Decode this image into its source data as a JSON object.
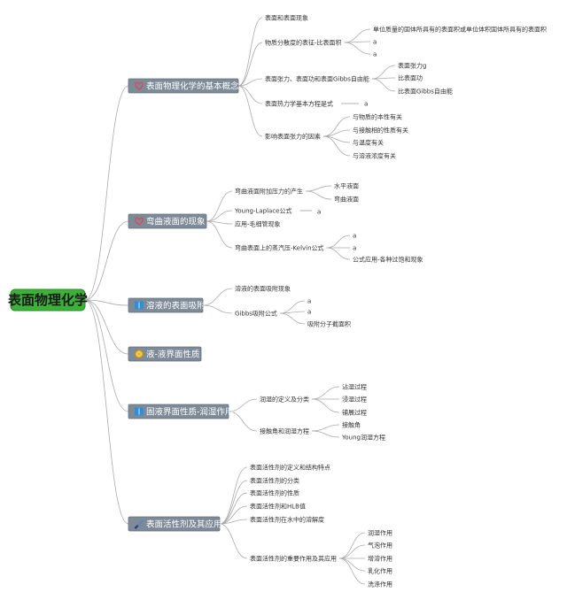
{
  "root": "表面物理化学",
  "colors": {
    "root_fill": "#3cb039",
    "root_stroke": "#2a8f2a",
    "branch_fill": "#7d8a97",
    "branch_stroke": "#66727e",
    "heart": "#e0454f",
    "book": "#2f8fd6",
    "coin": "#e6b422",
    "pen": "#6a7fc0"
  },
  "branches": [
    {
      "label": "表面物理化学的基本概念",
      "icon": "heart-icon",
      "children": [
        {
          "label": "表面和表面现象"
        },
        {
          "label": "物质分散度的表征-比表面积",
          "children": [
            {
              "label": "单位质量的固体所具有的表面积或单位体积固体所具有的表面积"
            },
            {
              "label": "a"
            },
            {
              "label": "a"
            }
          ]
        },
        {
          "label": "表面张力、表面功和表面Gibbs自由能",
          "children": [
            {
              "label": "表面张力g"
            },
            {
              "label": "比表面功"
            },
            {
              "label": "比表面Gibbs自由能"
            }
          ]
        },
        {
          "label": "表面热力学基本方程是式",
          "children": [
            {
              "label": "a"
            }
          ]
        },
        {
          "label": "影响表面张力的因素",
          "children": [
            {
              "label": "与物质的本性有关"
            },
            {
              "label": "与接触相的性质有关"
            },
            {
              "label": "与温度有关"
            },
            {
              "label": "与溶液浓度有关"
            }
          ]
        }
      ]
    },
    {
      "label": "弯曲液面的现象",
      "icon": "heart-icon",
      "children": [
        {
          "label": "弯曲液面附加压力的产生",
          "children": [
            {
              "label": "水平液面"
            },
            {
              "label": "弯曲液面"
            }
          ]
        },
        {
          "label": "Young-Laplace公式",
          "children": [
            {
              "label": "a"
            }
          ]
        },
        {
          "label": "应用-毛细管现象"
        },
        {
          "label": "弯曲表面上的蒸汽压-Kelvin公式",
          "children": [
            {
              "label": "a"
            },
            {
              "label": "a"
            },
            {
              "label": "公式应用-各种过饱和现象"
            }
          ]
        }
      ]
    },
    {
      "label": "溶液的表面吸附",
      "icon": "book-icon",
      "children": [
        {
          "label": "溶液的表面吸附现象"
        },
        {
          "label": "Gibbs吸附公式",
          "children": [
            {
              "label": "a"
            },
            {
              "label": "a"
            },
            {
              "label": "吸附分子截面积"
            }
          ]
        }
      ]
    },
    {
      "label": "液-液界面性质",
      "icon": "coin-icon",
      "children": []
    },
    {
      "label": "固液界面性质-润湿作用",
      "icon": "book-icon",
      "children": [
        {
          "label": "润湿的定义及分类",
          "children": [
            {
              "label": "沾湿过程"
            },
            {
              "label": "浸湿过程"
            },
            {
              "label": "铺展过程"
            }
          ]
        },
        {
          "label": "接触角和润湿方程",
          "children": [
            {
              "label": "接触角"
            },
            {
              "label": "Young润湿方程"
            }
          ]
        }
      ]
    },
    {
      "label": "表面活性剂及其应用",
      "icon": "pen-icon",
      "children": [
        {
          "label": "表面活性剂的定义和结构特点"
        },
        {
          "label": "表面活性剂的分类"
        },
        {
          "label": "表面活性剂的性质"
        },
        {
          "label": "表面活性剂和HLB值"
        },
        {
          "label": "表面活性剂在水中的溶解度"
        },
        {
          "label": "表面活性剂的重要作用及其应用",
          "children": [
            {
              "label": "润湿作用"
            },
            {
              "label": "气泡作用"
            },
            {
              "label": "增溶作用"
            },
            {
              "label": "乳化作用"
            },
            {
              "label": "洗涤作用"
            }
          ]
        }
      ]
    }
  ]
}
